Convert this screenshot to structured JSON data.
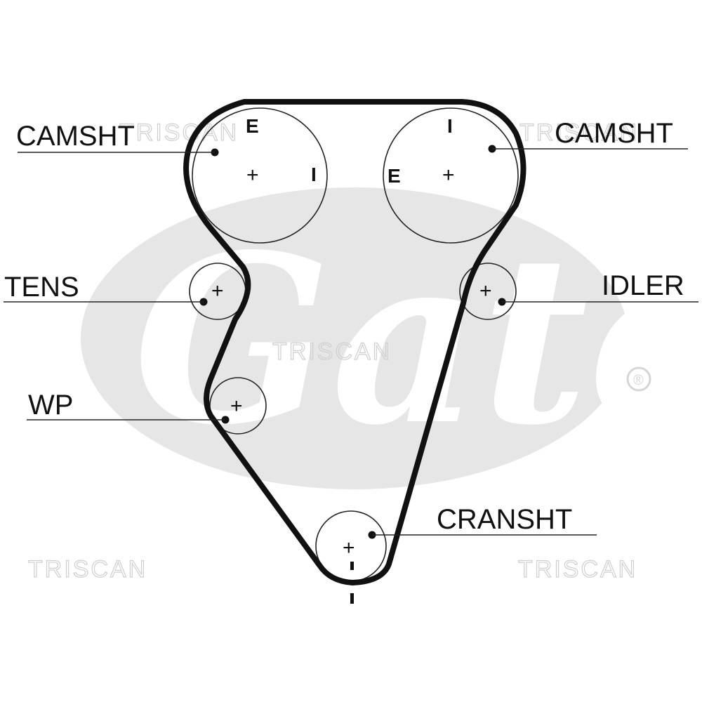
{
  "labels": {
    "camsht_left": "CAMSHT",
    "camsht_right": "CAMSHT",
    "tens": "TENS",
    "idler": "IDLER",
    "wp": "WP",
    "cransht": "CRANSHT"
  },
  "timing_marks": {
    "left_cam_top": "E",
    "left_cam_side": "I",
    "right_cam_top": "I",
    "right_cam_side": "E"
  },
  "center_symbol": "+",
  "watermarks": {
    "triscan": "TRISCAN",
    "brand_logo": "Gates",
    "registered": "®"
  },
  "colors": {
    "belt": "#111111",
    "line": "#222222",
    "logo": "#e6e6e6",
    "watermark_stroke": "#cfcfcf"
  }
}
